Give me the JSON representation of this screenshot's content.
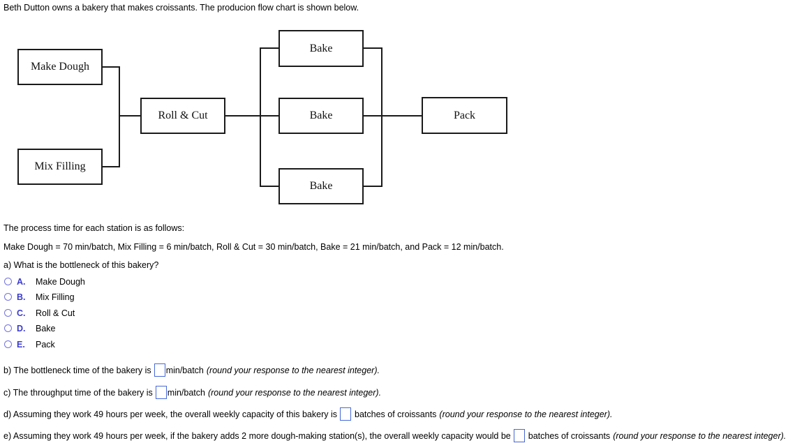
{
  "intro": {
    "text": "Beth Dutton owns a bakery that makes croissants. The producion flow chart is shown below."
  },
  "flowchart": {
    "nodes": [
      {
        "id": "make-dough",
        "label": "Make Dough"
      },
      {
        "id": "mix-filling",
        "label": "Mix Filling"
      },
      {
        "id": "roll-cut",
        "label": "Roll & Cut"
      },
      {
        "id": "bake-1",
        "label": "Bake"
      },
      {
        "id": "bake-2",
        "label": "Bake"
      },
      {
        "id": "bake-3",
        "label": "Bake"
      },
      {
        "id": "pack",
        "label": "Pack"
      }
    ],
    "edges": [
      [
        "make-dough",
        "roll-cut"
      ],
      [
        "mix-filling",
        "roll-cut"
      ],
      [
        "roll-cut",
        "bake-1"
      ],
      [
        "roll-cut",
        "bake-2"
      ],
      [
        "roll-cut",
        "bake-3"
      ],
      [
        "bake-1",
        "pack"
      ],
      [
        "bake-2",
        "pack"
      ],
      [
        "bake-3",
        "pack"
      ]
    ]
  },
  "process_info": {
    "line1": "The process time for each station is as follows:",
    "line2": "Make Dough = 70 min/batch, Mix Filling = 6 min/batch, Roll & Cut = 30 min/batch, Bake = 21 min/batch, and Pack = 12 min/batch."
  },
  "question_a": {
    "prompt": "a) What is the bottleneck of this bakery?",
    "options": [
      {
        "letter": "A.",
        "label": "Make Dough",
        "selected": false
      },
      {
        "letter": "B.",
        "label": "Mix Filling",
        "selected": false
      },
      {
        "letter": "C.",
        "label": "Roll & Cut",
        "selected": false
      },
      {
        "letter": "D.",
        "label": "Bake",
        "selected": false
      },
      {
        "letter": "E.",
        "label": "Pack",
        "selected": false
      }
    ]
  },
  "question_b": {
    "before": "b) The bottleneck time of the bakery is",
    "input_value": "",
    "after": "min/batch",
    "note": "(round your response to the nearest integer)."
  },
  "question_c": {
    "before": "c) The throughput time of the bakery is",
    "input_value": "",
    "after": "min/batch",
    "note": "(round your response to the nearest integer)."
  },
  "question_d": {
    "before": "d) Assuming they work 49 hours per week, the overall weekly capacity of this bakery is",
    "input_value": "",
    "after": "batches of croissants",
    "note": "(round your response to the nearest integer)."
  },
  "question_e": {
    "before": "e) Assuming they work 49 hours per week, if the bakery adds 2 more dough-making station(s), the overall weekly capacity would be",
    "input_value": "",
    "after": "batches of croissants",
    "note": "(round your response to the nearest integer)."
  },
  "colors": {
    "radio_border": "#7373de",
    "option_letter": "#3b3bce",
    "answer_box_border": "#4668d9",
    "flow_border": "#1a1a1a"
  }
}
